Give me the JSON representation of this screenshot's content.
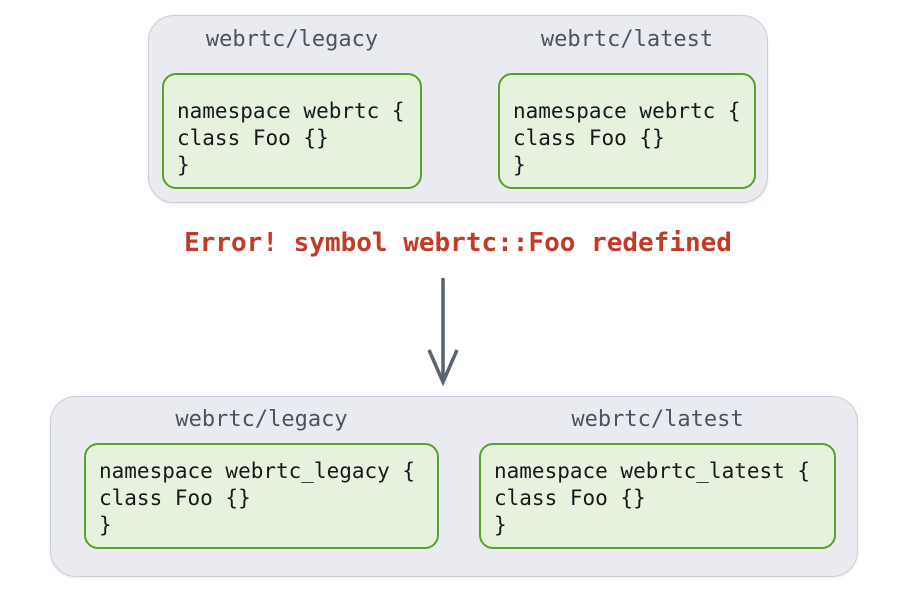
{
  "diagram": {
    "before": {
      "columns": [
        {
          "file": "webrtc/legacy",
          "code": [
            "namespace webrtc {",
            "class Foo {}",
            "}"
          ]
        },
        {
          "file": "webrtc/latest",
          "code": [
            "namespace webrtc {",
            "class Foo {}",
            "}"
          ]
        }
      ]
    },
    "error_message": "Error! symbol webrtc::Foo redefined",
    "after": {
      "columns": [
        {
          "file": "webrtc/legacy",
          "code": [
            "namespace webrtc_legacy {",
            "class Foo {}",
            "}"
          ]
        },
        {
          "file": "webrtc/latest",
          "code": [
            "namespace webrtc_latest {",
            "class Foo {}",
            "}"
          ]
        }
      ]
    },
    "colors": {
      "panel_background": "#e9ebf0",
      "panel_border": "#c8cdd7",
      "code_box_background": "#e7f2de",
      "code_box_border": "#55a427",
      "code_text": "#17181c",
      "file_label_text": "#4b5363",
      "error_text": "#c43a28",
      "arrow": "#596470"
    }
  }
}
